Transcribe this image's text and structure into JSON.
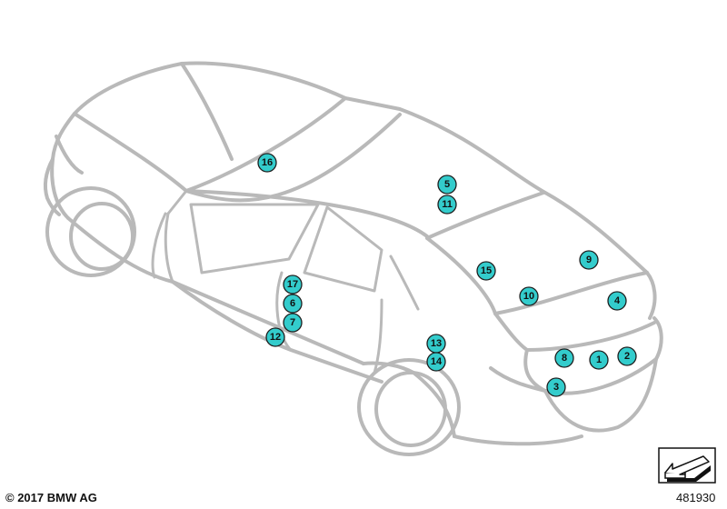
{
  "markers": [
    {
      "label": "1"
    },
    {
      "label": "2"
    },
    {
      "label": "3"
    },
    {
      "label": "4"
    },
    {
      "label": "5"
    },
    {
      "label": "6"
    },
    {
      "label": "7"
    },
    {
      "label": "8"
    },
    {
      "label": "9"
    },
    {
      "label": "10"
    },
    {
      "label": "11"
    },
    {
      "label": "12"
    },
    {
      "label": "13"
    },
    {
      "label": "14"
    },
    {
      "label": "15"
    },
    {
      "label": "16"
    },
    {
      "label": "17"
    }
  ],
  "colors": {
    "marker_fill": "#33cccc",
    "car_outline": "#b9b9b9"
  },
  "footer": {
    "copyright": "© 2017 BMW AG",
    "diagram_id": "481930"
  },
  "icons": {
    "navigation": "arrow-navigation-icon"
  }
}
